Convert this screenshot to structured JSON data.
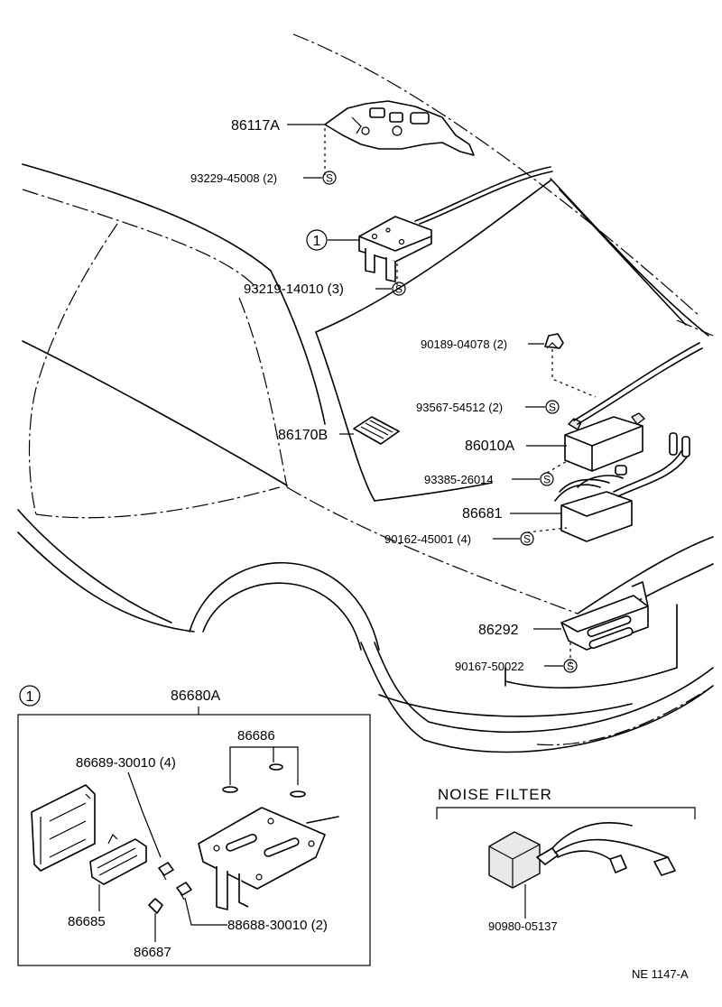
{
  "callout": {
    "ref_number": "1",
    "s_mark": "S"
  },
  "parts": {
    "p86117A": "86117A",
    "p93229": "93229-45008 (2)",
    "p93219": "93219-14010 (3)",
    "p90189": "90189-04078 (2)",
    "p93567": "93567-54512 (2)",
    "p86170B": "86170B",
    "p86010A": "86010A",
    "p93385": "93385-26014",
    "p86681": "86681",
    "p90162": "90162-45001 (4)",
    "p86292": "86292",
    "p90167": "90167-50022",
    "p86680A": "86680A",
    "p86686": "86686",
    "p86689": "86689-30010 (4)",
    "p86685": "86685",
    "p86687": "86687",
    "p88688": "88688-30010 (2)",
    "p90980": "90980-05137"
  },
  "noise_filter_title": "NOISE FILTER",
  "diagram_code": "NE  1147-A"
}
